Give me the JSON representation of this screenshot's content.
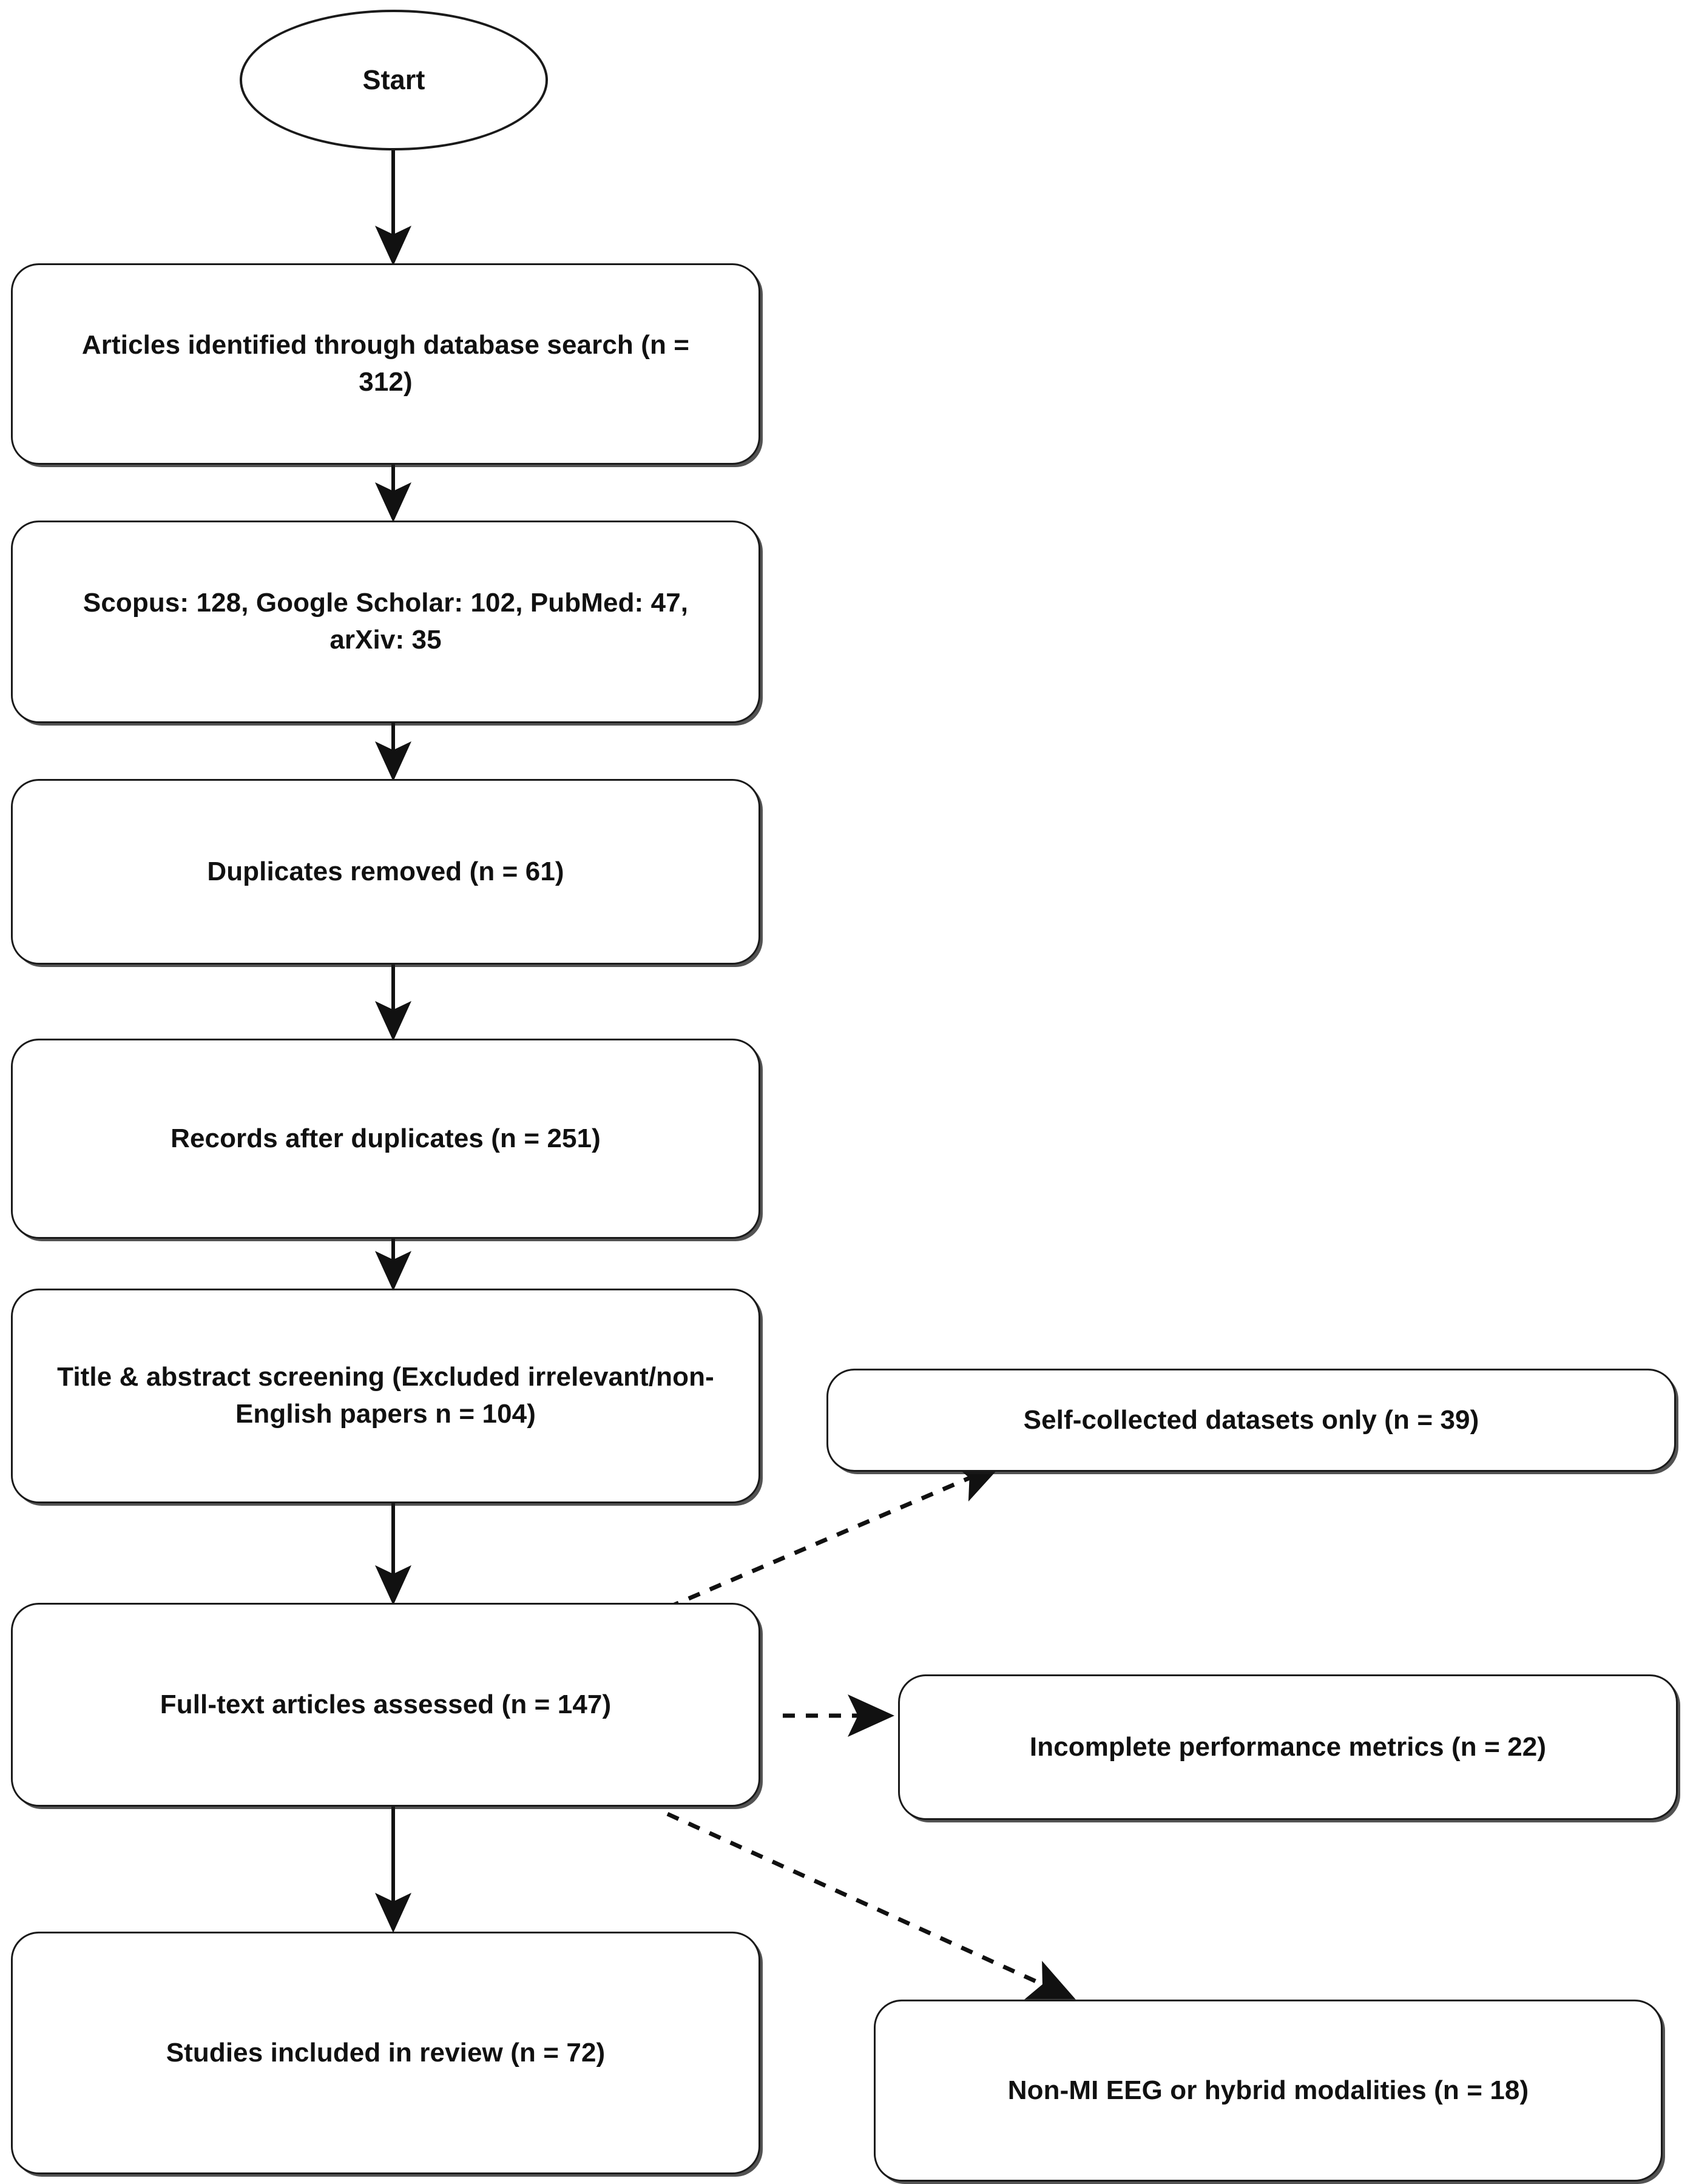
{
  "diagram": {
    "title": "PRISMA study selection flowchart",
    "background_color": "#ffffff",
    "node_border_color": "#1a1a1a",
    "node_fill_color": "#ffffff",
    "text_color": "#111111",
    "connector_color": "#111111"
  },
  "nodes": {
    "start": {
      "label": "Start",
      "shape": "ellipse"
    },
    "identified": {
      "label": "Articles identified through database search (n =\n312)",
      "shape": "rounded-rectangle"
    },
    "sources": {
      "label": "Scopus: 128, Google Scholar: 102, PubMed: 47,\narXiv: 35",
      "shape": "rounded-rectangle"
    },
    "duplicates_removed": {
      "label": "Duplicates removed (n = 61)",
      "shape": "rounded-rectangle"
    },
    "records_after": {
      "label": "Records after duplicates (n = 251)",
      "shape": "rounded-rectangle"
    },
    "screening": {
      "label": "Title & abstract screening (Excluded irrelevant/non-\nEnglish papers n = 104)",
      "shape": "rounded-rectangle"
    },
    "fulltext": {
      "label": "Full-text articles assessed (n = 147)",
      "shape": "rounded-rectangle"
    },
    "included": {
      "label": "Studies included in review (n = 72)",
      "shape": "rounded-rectangle"
    },
    "excl_self_collected": {
      "label": "Self-collected datasets only (n = 39)",
      "shape": "rounded-rectangle"
    },
    "excl_incomplete": {
      "label": "Incomplete performance metrics (n = 22)",
      "shape": "rounded-rectangle"
    },
    "excl_nonmi": {
      "label": "Non-MI EEG or hybrid modalities (n = 18)",
      "shape": "rounded-rectangle"
    }
  },
  "edges": [
    {
      "from": "start",
      "to": "identified",
      "style": "solid",
      "arrow": true
    },
    {
      "from": "identified",
      "to": "sources",
      "style": "solid",
      "arrow": true
    },
    {
      "from": "sources",
      "to": "duplicates_removed",
      "style": "solid",
      "arrow": true
    },
    {
      "from": "duplicates_removed",
      "to": "records_after",
      "style": "solid",
      "arrow": true
    },
    {
      "from": "records_after",
      "to": "screening",
      "style": "solid",
      "arrow": true
    },
    {
      "from": "screening",
      "to": "fulltext",
      "style": "solid",
      "arrow": true
    },
    {
      "from": "fulltext",
      "to": "included",
      "style": "solid",
      "arrow": true
    },
    {
      "from": "fulltext",
      "to": "excl_self_collected",
      "style": "dashed",
      "arrow": true
    },
    {
      "from": "fulltext",
      "to": "excl_incomplete",
      "style": "dashed",
      "arrow": true
    },
    {
      "from": "fulltext",
      "to": "excl_nonmi",
      "style": "dashed",
      "arrow": true
    }
  ]
}
